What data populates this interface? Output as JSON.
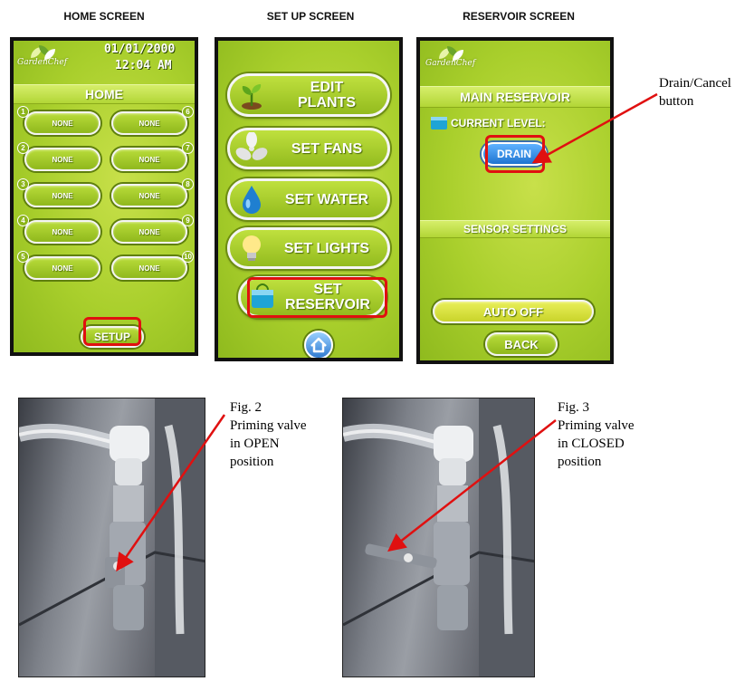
{
  "headings": {
    "home": "HOME SCREEN",
    "setup": "SET UP SCREEN",
    "reservoir": "RESERVOIR SCREEN"
  },
  "brand": {
    "logo_text": "GardenChef"
  },
  "home_screen": {
    "date": "01/01/2000",
    "time": "12:04 AM",
    "title": "HOME",
    "slots": [
      {
        "number": "1",
        "label": "NONE"
      },
      {
        "number": "6",
        "label": "NONE"
      },
      {
        "number": "2",
        "label": "NONE"
      },
      {
        "number": "7",
        "label": "NONE"
      },
      {
        "number": "3",
        "label": "NONE"
      },
      {
        "number": "8",
        "label": "NONE"
      },
      {
        "number": "4",
        "label": "NONE"
      },
      {
        "number": "9",
        "label": "NONE"
      },
      {
        "number": "5",
        "label": "NONE"
      },
      {
        "number": "10",
        "label": "NONE"
      }
    ],
    "setup_button": "SETUP"
  },
  "setup_screen": {
    "edit_plants_line1": "EDIT",
    "edit_plants_line2": "PLANTS",
    "set_fans": "SET FANS",
    "set_water": "SET WATER",
    "set_lights": "SET LIGHTS",
    "set_reservoir_line1": "SET",
    "set_reservoir_line2": "RESERVOIR"
  },
  "reservoir_screen": {
    "title": "MAIN RESERVOIR",
    "current_level": "CURRENT LEVEL:",
    "drain_button": "DRAIN",
    "sensor_settings": "SENSOR SETTINGS",
    "auto_off_button": "AUTO OFF",
    "back_button": "BACK"
  },
  "annotations": {
    "drain_line1": "Drain/Cancel",
    "drain_line2": "button",
    "fig2_line1": "Fig. 2",
    "fig2_line2": "Priming valve",
    "fig2_line3": "in OPEN",
    "fig2_line4": "position",
    "fig3_line1": "Fig. 3",
    "fig3_line2": "Priming valve",
    "fig3_line3": "in CLOSED",
    "fig3_line4": "position"
  },
  "colors": {
    "highlight_red": "#e01010",
    "screen_green": "#a9cf2c",
    "drain_blue": "#2f8ee6"
  }
}
